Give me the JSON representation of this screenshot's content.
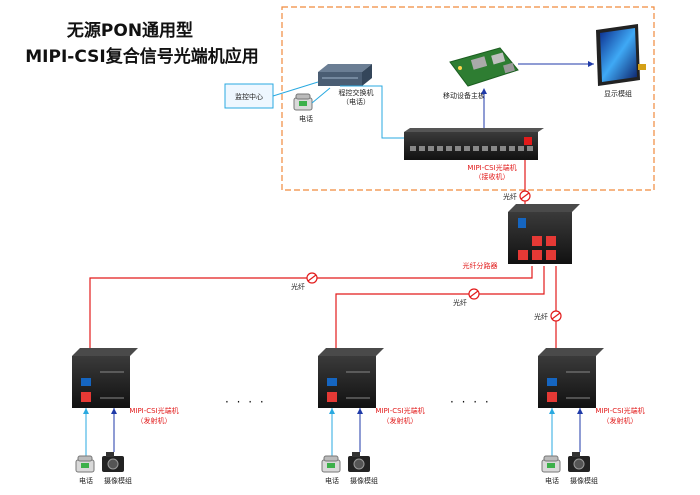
{
  "title": {
    "line1": "无源PON通用型",
    "line2": "MIPI-CSI复合信号光端机应用"
  },
  "control_center": "监控中心",
  "pbx": {
    "line1": "程控交换机",
    "line2": "（电话）"
  },
  "phone_top": "电话",
  "mobile_host": "移动设备主板",
  "display_module": "显示模组",
  "receiver": {
    "line1": "MIPI-CSI光端机",
    "line2": "（接收机）"
  },
  "fiber_label": "光纤",
  "splitter": "光纤分路器",
  "ellipsis": "· · · ·",
  "transmitters": [
    {
      "line1": "MIPI-CSI光端机",
      "line2": "（发射机）",
      "phone": "电话",
      "camera": "摄像模组"
    },
    {
      "line1": "MIPI-CSI光端机",
      "line2": "（发射机）",
      "phone": "电话",
      "camera": "摄像模组"
    },
    {
      "line1": "MIPI-CSI光端机",
      "line2": "（发射机）",
      "phone": "电话",
      "camera": "摄像模组"
    }
  ],
  "colors": {
    "fiber": "#e21b1b",
    "telephone_link": "#29a9e0",
    "video_link": "#1f3aa8",
    "dashed_border": "#f08a3c"
  }
}
